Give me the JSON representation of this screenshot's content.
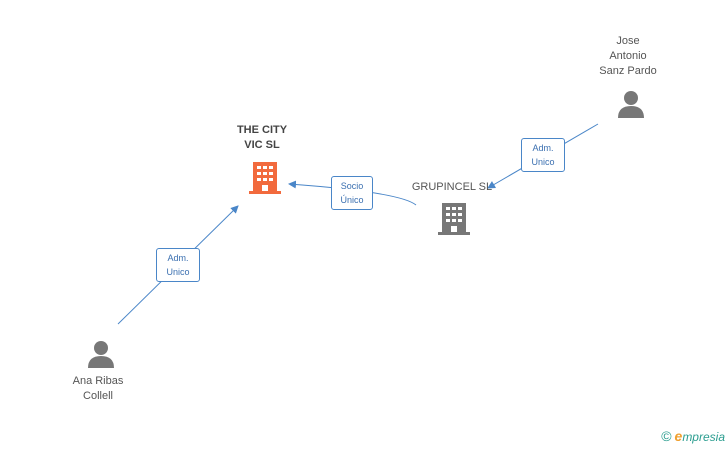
{
  "nodes": {
    "the_city": {
      "label": "THE CITY\nVIC SL"
    },
    "grupincel": {
      "label": "GRUPINCEL SL"
    },
    "jose": {
      "label": "Jose\nAntonio\nSanz Pardo"
    },
    "ana": {
      "label": "Ana Ribas\nCollell"
    }
  },
  "edges": {
    "grupincel_to_city": {
      "label": "Socio\nÚnico"
    },
    "jose_to_grupincel": {
      "label": "Adm.\nUnico"
    },
    "ana_to_city": {
      "label": "Adm.\nUnico"
    }
  },
  "colors": {
    "main_company": "#f26a3d",
    "company": "#777777",
    "person": "#777777",
    "edge": "#4a86c8"
  },
  "brand": {
    "symbol": "©",
    "initial": "e",
    "rest": "mpresia"
  }
}
